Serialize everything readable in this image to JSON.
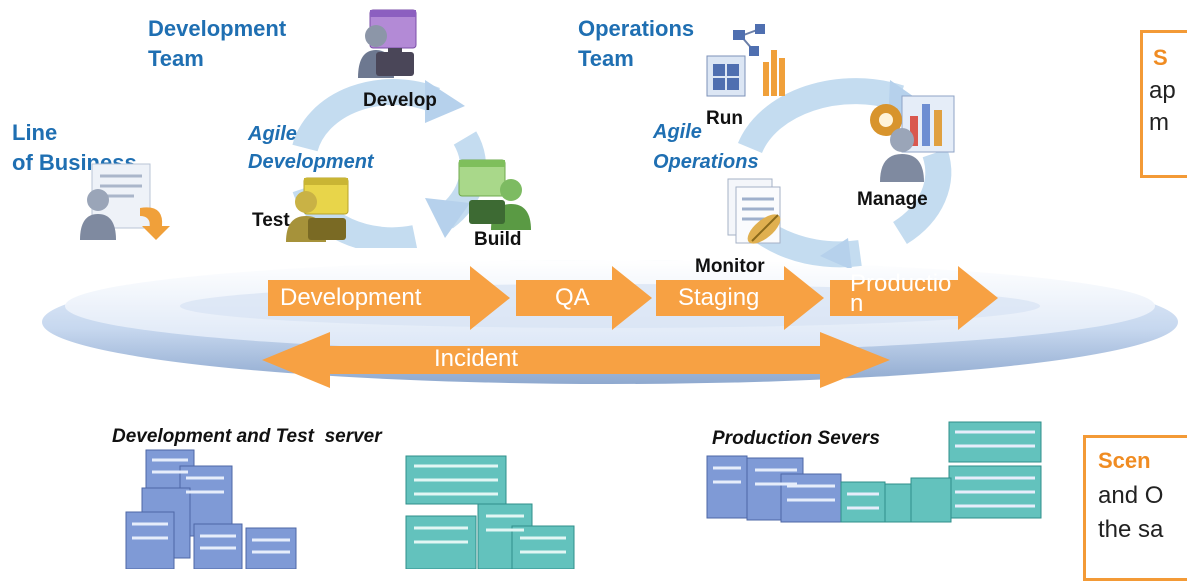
{
  "teams": {
    "development": "Development\nTeam",
    "operations": "Operations\nTeam",
    "line_of_business": "Line\nof Business"
  },
  "agile": {
    "development": "Agile\nDevelopment",
    "operations_line1": "Agile",
    "operations_line2": "Operations"
  },
  "nodes": {
    "develop": "Develop",
    "test": "Test",
    "build": "Build",
    "run": "Run",
    "manage": "Manage",
    "monitor": "Monitor"
  },
  "pipeline": {
    "stages": [
      "Development",
      "QA",
      "Staging",
      "Productio\nn"
    ],
    "incident": "Incident"
  },
  "servers": {
    "dev_test_label": "Development and Test  server",
    "production_label": "Production Severs"
  },
  "callouts": {
    "top_title": "S",
    "top_line2": "ap",
    "top_line3": "m",
    "bottom_title": "Scen",
    "bottom_line2": "and O",
    "bottom_line3": "the sa"
  },
  "colors": {
    "accent_blue": "#1f6fb2",
    "arrow_orange": "#f7a143",
    "callout_orange": "#f39a36",
    "cycle_blue": "#c4dcf0",
    "server_blue": "#6f8fcf",
    "server_teal": "#4fb6b1"
  }
}
